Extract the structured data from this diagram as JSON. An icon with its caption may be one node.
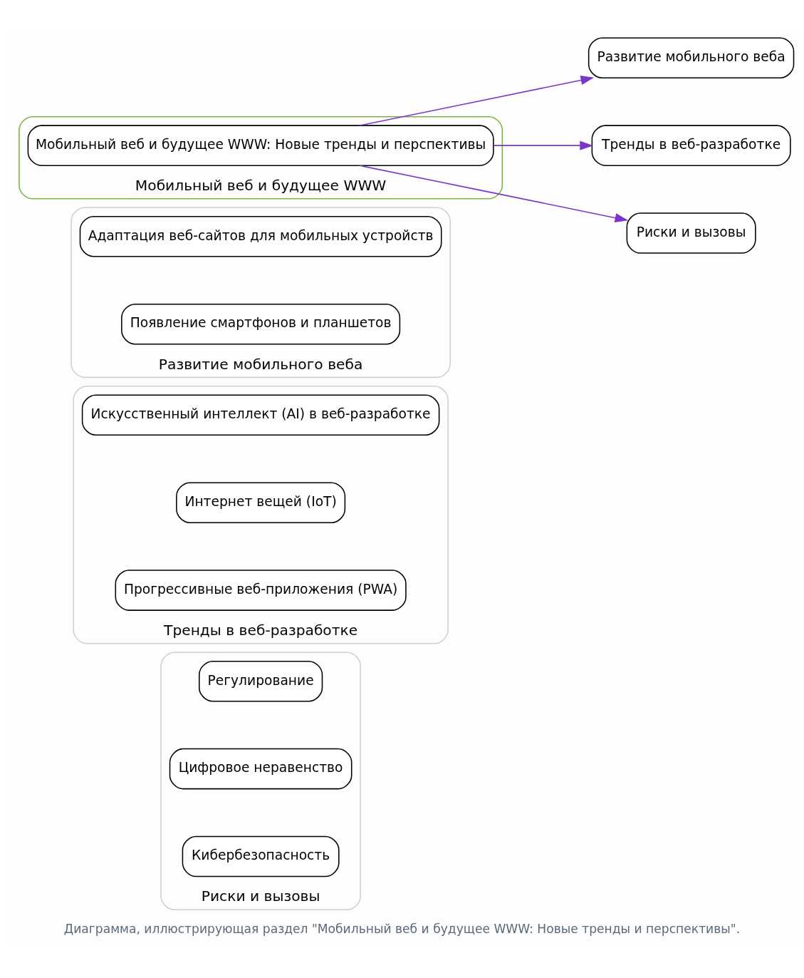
{
  "diagram": {
    "caption": "Диаграмма, иллюстрирующая раздел \"Мобильный веб и будущее WWW: Новые тренды и перспективы\".",
    "nodes": [
      {
        "text": [
          "Риски и вызовы"
        ]
      },
      {
        "text": [
          "Кибербезопасность"
        ],
        "in": 0
      },
      {
        "text": [
          "Цифровое неравенство"
        ],
        "in": 0
      },
      {
        "text": [
          "Регулирование"
        ],
        "in": 0
      },
      {
        "text": [
          "Тренды в веб-разработке"
        ]
      },
      {
        "text": [
          "Прогрессивные веб-приложения (PWA)"
        ],
        "in": 4
      },
      {
        "text": [
          "Интернет вещей (IoT)"
        ],
        "in": 4
      },
      {
        "text": [
          "Искусственный интеллект (AI) в веб-разработке"
        ],
        "in": 4
      },
      {
        "text": [
          "Развитие мобильного веба"
        ]
      },
      {
        "text": [
          "Появление смартфонов и планшетов"
        ],
        "in": 8
      },
      {
        "text": [
          "Адаптация веб-сайтов для мобильных устройств"
        ],
        "in": 8
      },
      {
        "text": [
          "Мобильный веб и будущее WWW"
        ]
      },
      {
        "text": [
          "Мобильный веб и будущее WWW: Новые тренды и перспективы"
        ],
        "in": 11
      },
      {
        "text": [
          "Развитие мобильного веба"
        ]
      },
      {
        "text": [
          "Тренды в веб-разработке"
        ]
      },
      {
        "text": [
          "Риски и вызовы"
        ]
      }
    ],
    "edges": [
      {
        "from": 12,
        "to": 13,
        "arrow": "to"
      },
      {
        "from": 12,
        "to": 14,
        "arrow": "to"
      },
      {
        "from": 12,
        "to": 15,
        "arrow": "to"
      }
    ]
  }
}
